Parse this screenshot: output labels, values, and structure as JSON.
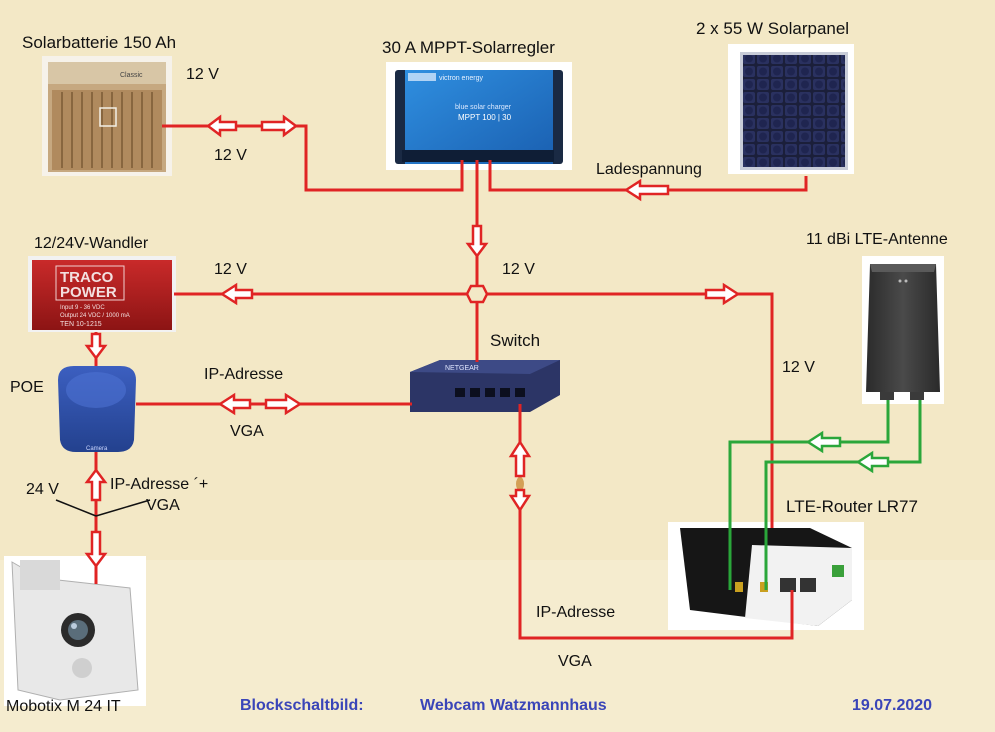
{
  "devices": {
    "battery": "Solarbatterie 150 Ah",
    "controller": "30 A MPPT-Solarregler",
    "panel": "2 x 55 W  Solarpanel",
    "converter": "12/24V-Wandler",
    "antenna": "11 dBi LTE-Antenne",
    "poe": "POE",
    "switch": "Switch",
    "router": "LTE-Router LR77",
    "camera": "Mobotix  M 24 IT"
  },
  "connections": {
    "battery_voltage": "12 V",
    "battery_line": "12 V",
    "charging": "Ladespannung",
    "converter_line": "12 V",
    "bus_line": "12 V",
    "router_line": "12 V",
    "poe_ip": "IP-Adresse",
    "poe_vga": "VGA",
    "cam_power": "24 V",
    "cam_ip": "IP-Adresse ´+",
    "cam_vga": "VGA",
    "router_ip": "IP-Adresse",
    "router_vga": "VGA"
  },
  "device_text": {
    "controller_brand": "victron energy",
    "controller_model_line": "blue solar charger",
    "controller_model": "MPPT 100 | 30",
    "converter_brand_1": "TRACO",
    "converter_brand_2": "POWER",
    "converter_spec_1": "Input 9 - 36 VDC",
    "converter_spec_2": "Output 24 VDC / 1000 mA",
    "converter_model": "TEN 10-1215",
    "switch_brand": "NETGEAR",
    "poe_label": "Camera",
    "battery_brand": "Classic"
  },
  "footer": {
    "title": "Blockschaltbild:",
    "project": "Webcam  Watzmannhaus",
    "date": "19.07.2020"
  },
  "colors": {
    "power_line": "#e02424",
    "antenna_line": "#2aa63a",
    "footer_text": "#3a45b8",
    "background": "#f3e8c6"
  }
}
